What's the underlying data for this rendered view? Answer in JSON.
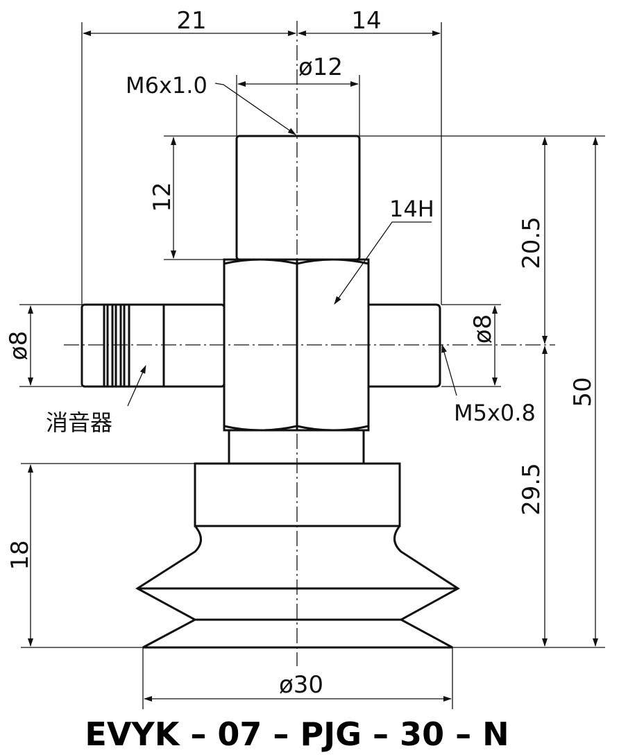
{
  "dimensions": {
    "width_left": "21",
    "width_right": "14",
    "thread_top": "M6x1.0",
    "dia_top": "ø12",
    "height_top": "12",
    "hex": "14H",
    "height_upper": "20.5",
    "dia_left": "ø8",
    "dia_right": "ø8",
    "thread_side": "M5x0.8",
    "total_height": "50",
    "height_lower": "29.5",
    "height_cup": "18",
    "dia_cup": "ø30"
  },
  "labels": {
    "silencer": "消音器"
  },
  "title": "EVYK – 07 – PJG – 30 – N"
}
